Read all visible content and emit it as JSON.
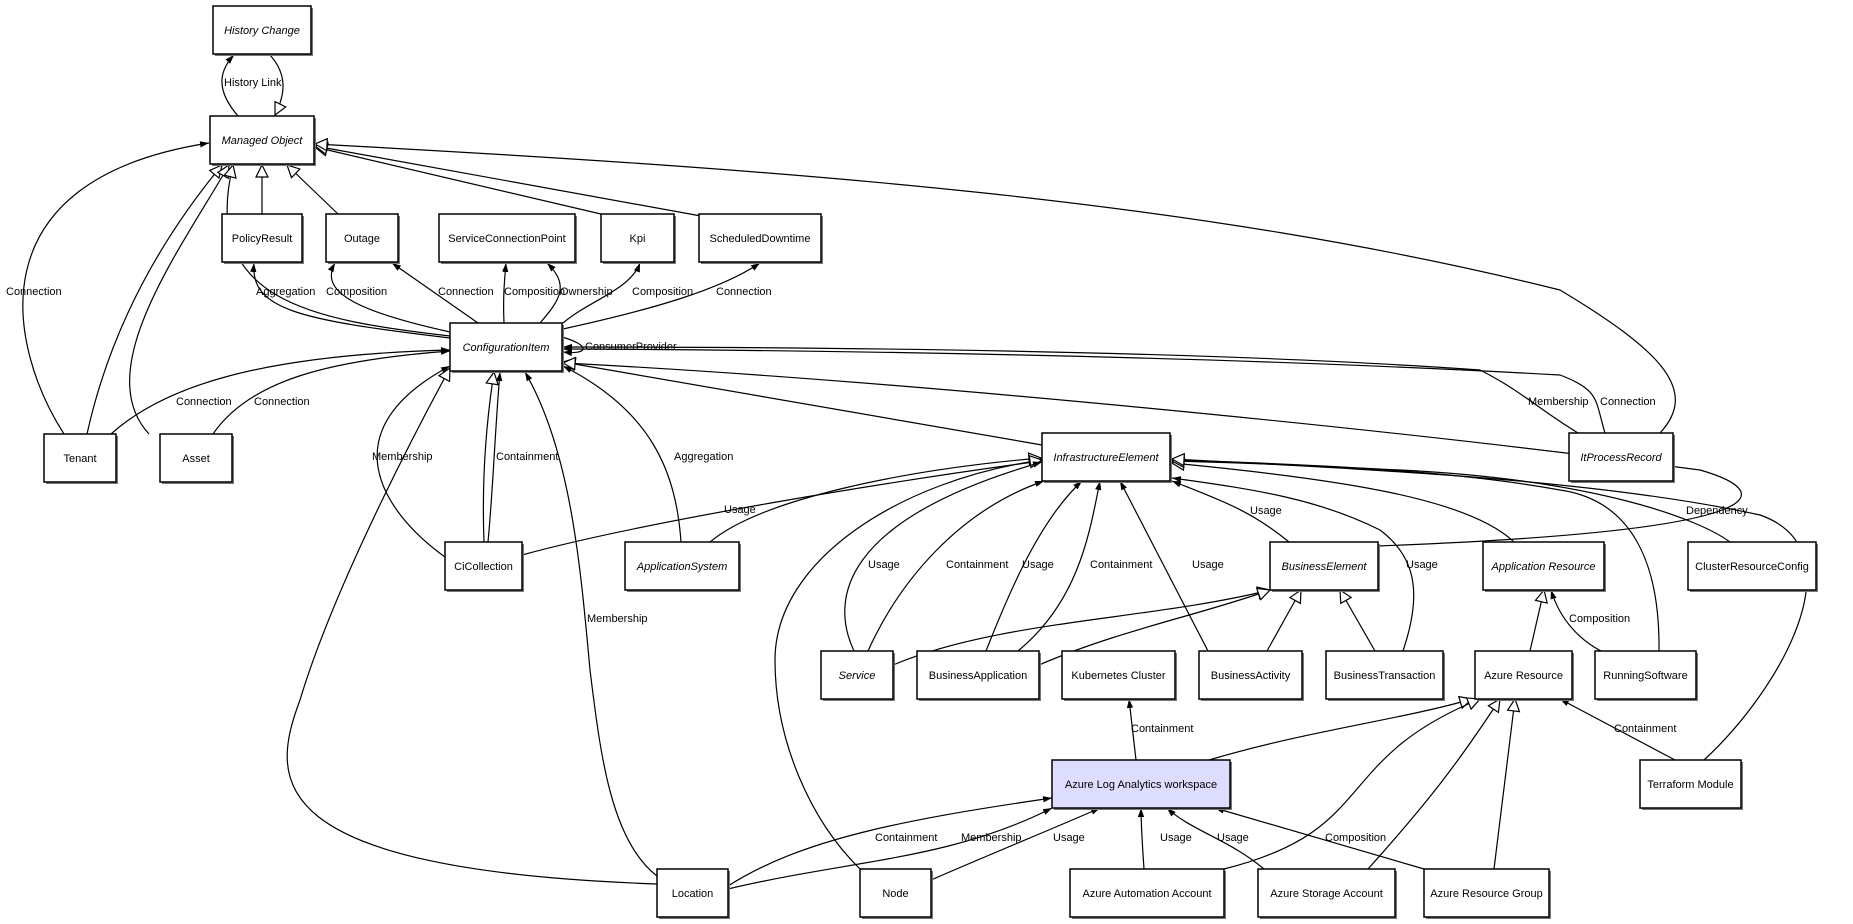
{
  "diagram": {
    "title": "",
    "highlight_fill": "#DDDDFF",
    "node_fill": "#FFFFFF",
    "nodes": [
      {
        "id": "history_change",
        "label": "History Change",
        "abstract": true
      },
      {
        "id": "managed_object",
        "label": "Managed Object",
        "abstract": true
      },
      {
        "id": "policy_result",
        "label": "PolicyResult",
        "abstract": false
      },
      {
        "id": "outage",
        "label": "Outage",
        "abstract": false
      },
      {
        "id": "service_connection_point",
        "label": "ServiceConnectionPoint",
        "abstract": false
      },
      {
        "id": "kpi",
        "label": "Kpi",
        "abstract": false
      },
      {
        "id": "scheduled_downtime",
        "label": "ScheduledDowntime",
        "abstract": false
      },
      {
        "id": "configuration_item",
        "label": "ConfigurationItem",
        "abstract": true
      },
      {
        "id": "tenant",
        "label": "Tenant",
        "abstract": false
      },
      {
        "id": "asset",
        "label": "Asset",
        "abstract": false
      },
      {
        "id": "infrastructure_element",
        "label": "InfrastructureElement",
        "abstract": true
      },
      {
        "id": "it_process_record",
        "label": "ItProcessRecord",
        "abstract": true
      },
      {
        "id": "ci_collection",
        "label": "CiCollection",
        "abstract": false
      },
      {
        "id": "application_system",
        "label": "ApplicationSystem",
        "abstract": true
      },
      {
        "id": "business_element",
        "label": "BusinessElement",
        "abstract": true
      },
      {
        "id": "application_resource",
        "label": "Application Resource",
        "abstract": true
      },
      {
        "id": "cluster_resource_config",
        "label": "ClusterResourceConfig",
        "abstract": false
      },
      {
        "id": "service",
        "label": "Service",
        "abstract": true
      },
      {
        "id": "business_application",
        "label": "BusinessApplication",
        "abstract": false
      },
      {
        "id": "kubernetes_cluster",
        "label": "Kubernetes Cluster",
        "abstract": false
      },
      {
        "id": "business_activity",
        "label": "BusinessActivity",
        "abstract": false
      },
      {
        "id": "business_transaction",
        "label": "BusinessTransaction",
        "abstract": false
      },
      {
        "id": "azure_resource",
        "label": "Azure Resource",
        "abstract": false
      },
      {
        "id": "running_software",
        "label": "RunningSoftware",
        "abstract": false
      },
      {
        "id": "azure_log_analytics_workspace",
        "label": "Azure Log Analytics workspace",
        "abstract": false,
        "highlighted": true
      },
      {
        "id": "terraform_module",
        "label": "Terraform Module",
        "abstract": false
      },
      {
        "id": "location",
        "label": "Location",
        "abstract": false
      },
      {
        "id": "node",
        "label": "Node",
        "abstract": false
      },
      {
        "id": "azure_automation_account",
        "label": "Azure Automation Account",
        "abstract": false
      },
      {
        "id": "azure_storage_account",
        "label": "Azure Storage Account",
        "abstract": false
      },
      {
        "id": "azure_resource_group",
        "label": "Azure Resource Group",
        "abstract": false
      }
    ],
    "edges": [
      {
        "from": "managed_object",
        "to": "history_change",
        "label": "History Link",
        "kind": "association"
      },
      {
        "from": "history_change",
        "to": "managed_object",
        "label": "",
        "kind": "inheritance"
      },
      {
        "from": "tenant",
        "to": "managed_object",
        "label": "Connection",
        "kind": "association"
      },
      {
        "from": "tenant",
        "to": "managed_object",
        "label": "",
        "kind": "inheritance"
      },
      {
        "from": "asset",
        "to": "managed_object",
        "label": "",
        "kind": "inheritance"
      },
      {
        "from": "configuration_item",
        "to": "managed_object",
        "label": "",
        "kind": "inheritance"
      },
      {
        "from": "policy_result",
        "to": "managed_object",
        "label": "",
        "kind": "inheritance"
      },
      {
        "from": "outage",
        "to": "managed_object",
        "label": "",
        "kind": "inheritance"
      },
      {
        "from": "kpi",
        "to": "managed_object",
        "label": "",
        "kind": "inheritance"
      },
      {
        "from": "scheduled_downtime",
        "to": "managed_object",
        "label": "",
        "kind": "inheritance"
      },
      {
        "from": "it_process_record",
        "to": "managed_object",
        "label": "",
        "kind": "inheritance"
      },
      {
        "from": "configuration_item",
        "to": "policy_result",
        "label": "Aggregation",
        "kind": "association"
      },
      {
        "from": "configuration_item",
        "to": "outage",
        "label": "Composition",
        "kind": "association"
      },
      {
        "from": "configuration_item",
        "to": "outage",
        "label": "Connection",
        "kind": "association"
      },
      {
        "from": "configuration_item",
        "to": "service_connection_point",
        "label": "Composition",
        "kind": "association"
      },
      {
        "from": "configuration_item",
        "to": "service_connection_point",
        "label": "Ownership",
        "kind": "association"
      },
      {
        "from": "configuration_item",
        "to": "kpi",
        "label": "Composition",
        "kind": "association"
      },
      {
        "from": "configuration_item",
        "to": "scheduled_downtime",
        "label": "Connection",
        "kind": "association"
      },
      {
        "from": "configuration_item",
        "to": "configuration_item",
        "label": "ConsumerProvider",
        "kind": "association"
      },
      {
        "from": "tenant",
        "to": "configuration_item",
        "label": "Connection",
        "kind": "association"
      },
      {
        "from": "asset",
        "to": "configuration_item",
        "label": "Connection",
        "kind": "association"
      },
      {
        "from": "ci_collection",
        "to": "configuration_item",
        "label": "Membership",
        "kind": "association"
      },
      {
        "from": "ci_collection",
        "to": "configuration_item",
        "label": "Containment",
        "kind": "association"
      },
      {
        "from": "ci_collection",
        "to": "configuration_item",
        "label": "",
        "kind": "inheritance"
      },
      {
        "from": "application_system",
        "to": "configuration_item",
        "label": "Aggregation",
        "kind": "association"
      },
      {
        "from": "location",
        "to": "configuration_item",
        "label": "",
        "kind": "inheritance"
      },
      {
        "from": "location",
        "to": "configuration_item",
        "label": "Membership",
        "kind": "association"
      },
      {
        "from": "infrastructure_element",
        "to": "configuration_item",
        "label": "",
        "kind": "inheritance"
      },
      {
        "from": "it_process_record",
        "to": "configuration_item",
        "label": "Membership",
        "kind": "association"
      },
      {
        "from": "it_process_record",
        "to": "configuration_item",
        "label": "Connection",
        "kind": "association"
      },
      {
        "from": "business_element",
        "to": "configuration_item",
        "label": "",
        "kind": "inheritance"
      },
      {
        "from": "ci_collection",
        "to": "infrastructure_element",
        "label": "Usage",
        "kind": "association"
      },
      {
        "from": "application_system",
        "to": "infrastructure_element",
        "label": "",
        "kind": "inheritance"
      },
      {
        "from": "node",
        "to": "infrastructure_element",
        "label": "",
        "kind": "inheritance"
      },
      {
        "from": "service",
        "to": "infrastructure_element",
        "label": "Usage",
        "kind": "association"
      },
      {
        "from": "service",
        "to": "infrastructure_element",
        "label": "Containment",
        "kind": "association"
      },
      {
        "from": "business_application",
        "to": "infrastructure_element",
        "label": "Usage",
        "kind": "association"
      },
      {
        "from": "business_application",
        "to": "infrastructure_element",
        "label": "Containment",
        "kind": "association"
      },
      {
        "from": "business_activity",
        "to": "infrastructure_element",
        "label": "Usage",
        "kind": "association"
      },
      {
        "from": "business_element",
        "to": "infrastructure_element",
        "label": "Usage",
        "kind": "association"
      },
      {
        "from": "business_transaction",
        "to": "infrastructure_element",
        "label": "Usage",
        "kind": "association"
      },
      {
        "from": "application_resource",
        "to": "infrastructure_element",
        "label": "",
        "kind": "inheritance"
      },
      {
        "from": "running_software",
        "to": "infrastructure_element",
        "label": "",
        "kind": "inheritance"
      },
      {
        "from": "cluster_resource_config",
        "to": "infrastructure_element",
        "label": "Dependency",
        "kind": "association"
      },
      {
        "from": "terraform_module",
        "to": "infrastructure_element",
        "label": "",
        "kind": "inheritance"
      },
      {
        "from": "service",
        "to": "business_element",
        "label": "",
        "kind": "inheritance"
      },
      {
        "from": "business_application",
        "to": "business_element",
        "label": "",
        "kind": "inheritance"
      },
      {
        "from": "business_activity",
        "to": "business_element",
        "label": "",
        "kind": "inheritance"
      },
      {
        "from": "business_transaction",
        "to": "business_element",
        "label": "",
        "kind": "inheritance"
      },
      {
        "from": "azure_resource",
        "to": "application_resource",
        "label": "",
        "kind": "inheritance"
      },
      {
        "from": "running_software",
        "to": "application_resource",
        "label": "Composition",
        "kind": "association"
      },
      {
        "from": "azure_log_analytics_workspace",
        "to": "kubernetes_cluster",
        "label": "Containment",
        "kind": "association"
      },
      {
        "from": "azure_log_analytics_workspace",
        "to": "azure_resource",
        "label": "",
        "kind": "inheritance"
      },
      {
        "from": "azure_automation_account",
        "to": "azure_resource",
        "label": "",
        "kind": "inheritance"
      },
      {
        "from": "azure_storage_account",
        "to": "azure_resource",
        "label": "",
        "kind": "inheritance"
      },
      {
        "from": "azure_resource_group",
        "to": "azure_resource",
        "label": "",
        "kind": "inheritance"
      },
      {
        "from": "terraform_module",
        "to": "azure_resource",
        "label": "Containment",
        "kind": "association"
      },
      {
        "from": "location",
        "to": "azure_log_analytics_workspace",
        "label": "Containment",
        "kind": "association"
      },
      {
        "from": "location",
        "to": "azure_log_analytics_workspace",
        "label": "Membership",
        "kind": "association"
      },
      {
        "from": "node",
        "to": "azure_log_analytics_workspace",
        "label": "Usage",
        "kind": "association"
      },
      {
        "from": "azure_automation_account",
        "to": "azure_log_analytics_workspace",
        "label": "Usage",
        "kind": "association"
      },
      {
        "from": "azure_storage_account",
        "to": "azure_log_analytics_workspace",
        "label": "Usage",
        "kind": "association"
      },
      {
        "from": "azure_resource_group",
        "to": "azure_log_analytics_workspace",
        "label": "Composition",
        "kind": "association"
      }
    ]
  }
}
